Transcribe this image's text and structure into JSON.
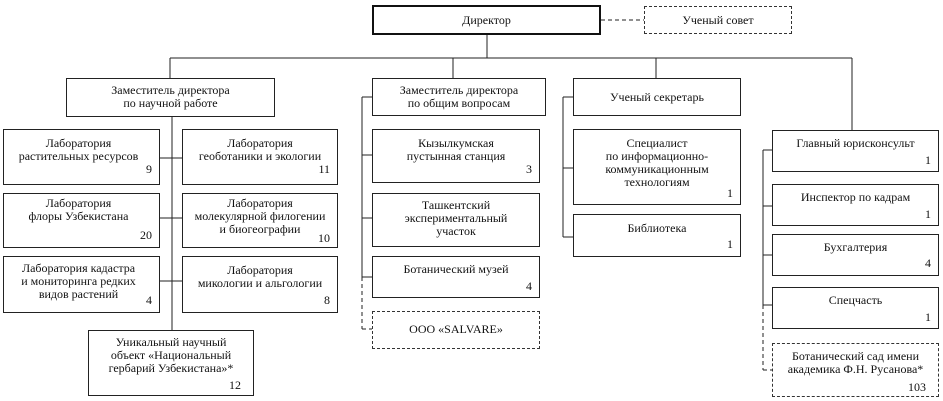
{
  "director": "Директор",
  "council": "Ученый совет",
  "deputy_science": {
    "title": "Заместитель директора\nпо научной работе",
    "labs": [
      {
        "label": "Лаборатория\nрастительных ресурсов",
        "count": "9"
      },
      {
        "label": "Лаборатория\nфлоры Узбекистана",
        "count": "20"
      },
      {
        "label": "Лаборатория кадастра\nи мониторинга редких\nвидов растений",
        "count": "4"
      },
      {
        "label": "Лаборатория\nгеоботаники и экологии",
        "count": "11"
      },
      {
        "label": "Лаборатория\nмолекулярной филогении\nи биогеографии",
        "count": "10"
      },
      {
        "label": "Лаборатория\nмикологии и альгологии",
        "count": "8"
      }
    ],
    "herbarium": {
      "label": "Уникальный научный\nобъект «Национальный\nгербарий Узбекистана»*",
      "count": "12"
    }
  },
  "deputy_general": {
    "title": "Заместитель директора\nпо общим вопросам",
    "units": [
      {
        "label": "Кызылкумская\nпустынная станция",
        "count": "3"
      },
      {
        "label": "Ташкентский\nэкспериментальный\nучасток",
        "count": ""
      },
      {
        "label": "Ботанический музей",
        "count": "4"
      }
    ],
    "salvare": "ООО «SALVARE»"
  },
  "secretary": {
    "title": "Ученый секретарь",
    "units": [
      {
        "label": "Специалист\nпо информационно-\nкоммуникационным\nтехнологиям",
        "count": "1"
      },
      {
        "label": "Библиотека",
        "count": "1"
      }
    ]
  },
  "direct_units": [
    {
      "label": "Главный юрисконсульт",
      "count": "1"
    },
    {
      "label": "Инспектор по кадрам",
      "count": "1"
    },
    {
      "label": "Бухгалтерия",
      "count": "4"
    },
    {
      "label": "Спецчасть",
      "count": "1"
    }
  ],
  "garden": {
    "label": "Ботанический сад имени\nакадемика Ф.Н. Русанова*",
    "count": "103"
  }
}
